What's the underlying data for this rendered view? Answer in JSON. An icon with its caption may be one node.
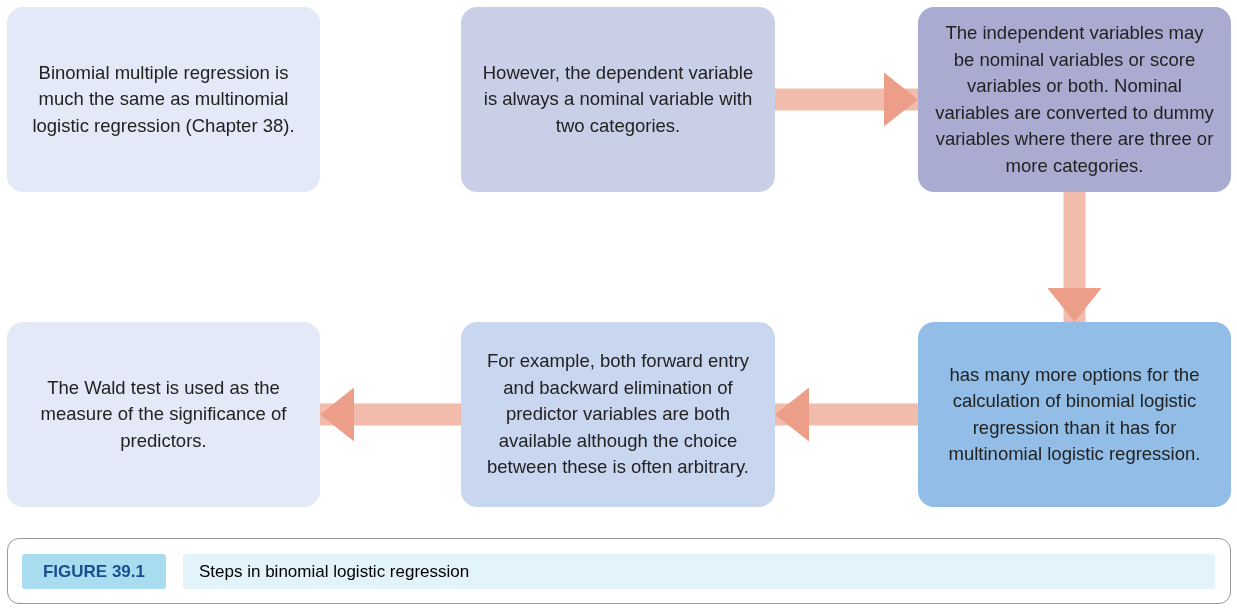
{
  "diagram": {
    "caption": "Steps in binomial logistic regression",
    "nodes": [
      {
        "text": [
          "Binomial multiple regression is much the same as multinomial logistic regression (Chapter 38)."
        ]
      },
      {
        "text": [
          "However, the dependent variable is always a nominal variable with two categories."
        ]
      },
      {
        "text": [
          "The independent variables may be nominal variables or score variables or both. Nominal variables are converted to dummy variables where there are three or more categories."
        ]
      },
      {
        "text": [
          "The Wald test is used as the measure of the significance of predictors."
        ]
      },
      {
        "text": [
          "For example, both forward entry and backward elimination of predictor variables are both available although the choice between these is often arbitrary."
        ]
      },
      {
        "text": [
          "has many more options for the calculation of binomial logistic regression than it has for multinomial logistic regression."
        ]
      }
    ],
    "edges": [
      {
        "from": 1,
        "to": 2,
        "arrow": "to"
      },
      {
        "from": 2,
        "to": 5,
        "arrow": "to"
      },
      {
        "from": 5,
        "to": 4,
        "arrow": "to"
      },
      {
        "from": 4,
        "to": 3,
        "arrow": "to"
      }
    ],
    "labels": [
      "FIGURE 39.1"
    ]
  }
}
